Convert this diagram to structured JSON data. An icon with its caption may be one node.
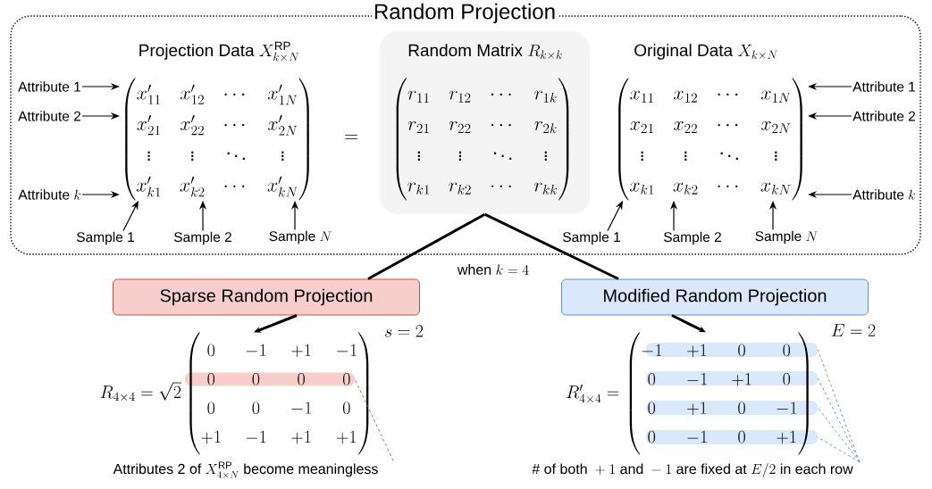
{
  "diagram": {
    "nodes": [
      {
        "text": [
          "Random Projection"
        ]
      },
      {
        "text": [
          "Attribute 1"
        ],
        "in": 0
      },
      {
        "text": [
          "Attribute 2"
        ],
        "in": 0
      },
      {
        "text": [
          "\\text{Attribute } k"
        ],
        "in": 0
      },
      {
        "text": [
          "\\text{Projection Data } X^{\\mathrm{RP}}_{k\\times N}",
          "\\begin{pmatrix} x'_{11} & x'_{12} & \\cdots & x'_{1N} \\\\ x'_{21} & x'_{22} & \\cdots & x'_{2N} \\\\ \\vdots & \\vdots & \\ddots & \\vdots \\\\ x'_{k1} & x'_{k2} & \\cdots & x'_{kN} \\end{pmatrix}"
        ],
        "in": 0
      },
      {
        "text": [
          "\\text{Random Matrix } R_{k\\times k}",
          "\\begin{pmatrix} r_{11} & r_{12} & \\cdots & r_{1k} \\\\ r_{21} & r_{22} & \\cdots & r_{2k} \\\\ \\vdots & \\vdots & \\ddots & \\vdots \\\\ r_{k1} & r_{k2} & \\cdots & r_{kk} \\end{pmatrix}"
        ],
        "in": 0
      },
      {
        "text": [
          "\\text{Original Data } X_{k\\times N}",
          "\\begin{pmatrix} x_{11} & x_{12} & \\cdots & x_{1N} \\\\ x_{21} & x_{22} & \\cdots & x_{2N} \\\\ \\vdots & \\vdots & \\ddots & \\vdots \\\\ x_{k1} & x_{k2} & \\cdots & x_{kN} \\end{pmatrix}"
        ],
        "in": 0
      },
      {
        "text": [
          "Attribute 1"
        ],
        "in": 0
      },
      {
        "text": [
          "Attribute 2"
        ],
        "in": 0
      },
      {
        "text": [
          "\\text{Attribute } k"
        ],
        "in": 0
      },
      {
        "text": [
          "Sample 1"
        ],
        "in": 0
      },
      {
        "text": [
          "Sample 2"
        ],
        "in": 0
      },
      {
        "text": [
          "\\text{Sample } N"
        ],
        "in": 0
      },
      {
        "text": [
          "Sample 1"
        ],
        "in": 0
      },
      {
        "text": [
          "Sample 2"
        ],
        "in": 0
      },
      {
        "text": [
          "\\text{Sample } N"
        ],
        "in": 0
      },
      {
        "text": [
          "Sparse Random Projection"
        ]
      },
      {
        "text": [
          "Modified Random Projection"
        ]
      },
      {
        "text": [
          "R_{4\\times 4} = \\sqrt{2}\\begin{pmatrix} 0 & -1 & +1 & -1 \\\\ 0 & 0 & 0 & 0 \\\\ 0 & 0 & -1 & 0 \\\\ +1 & -1 & +1 & +1 \\end{pmatrix}"
        ],
        "beside": [
          "s = 2"
        ]
      },
      {
        "text": [
          "R'_{4\\times 4} = \\begin{pmatrix} -1 & +1 & 0 & 0 \\\\ 0 & -1 & +1 & 0 \\\\ 0 & +1 & 0 & -1 \\\\ 0 & -1 & 0 & +1 \\end{pmatrix}"
        ],
        "beside": [
          "E = 2"
        ]
      },
      {
        "text": [],
        "shape": "bar",
        "in": 18
      },
      {
        "text": [],
        "shape": "bar",
        "in": 19
      },
      {
        "text": [],
        "shape": "bar",
        "in": 19
      },
      {
        "text": [],
        "shape": "bar",
        "in": 19
      },
      {
        "text": [],
        "shape": "bar",
        "in": 19
      },
      {
        "text": [
          "\\text{Attributes 2 of } X^{\\mathrm{RP}}_{4\\times N} \\text{ become meaningless}"
        ]
      },
      {
        "text": [
          "\\text{\\# of both } +1 \\text{ and } -1 \\text{ are fixed at } E/2 \\text{ in each row}"
        ]
      }
    ],
    "edges": [
      {
        "from": 1,
        "to": 4,
        "arrow": "to"
      },
      {
        "from": 2,
        "to": 4,
        "arrow": "to"
      },
      {
        "from": 3,
        "to": 4,
        "arrow": "to"
      },
      {
        "from": 7,
        "to": 6,
        "arrow": "to"
      },
      {
        "from": 8,
        "to": 6,
        "arrow": "to"
      },
      {
        "from": 9,
        "to": 6,
        "arrow": "to"
      },
      {
        "from": 10,
        "to": 4,
        "arrow": "to"
      },
      {
        "from": 11,
        "to": 4,
        "arrow": "to"
      },
      {
        "from": 12,
        "to": 4,
        "arrow": "to"
      },
      {
        "from": 13,
        "to": 6,
        "arrow": "to"
      },
      {
        "from": 14,
        "to": 6,
        "arrow": "to"
      },
      {
        "from": 15,
        "to": 6,
        "arrow": "to"
      },
      {
        "from": 5,
        "to": 16,
        "arrow": "none",
        "style": "thick"
      },
      {
        "from": 5,
        "to": 17,
        "arrow": "none",
        "style": "thick"
      },
      {
        "from": 16,
        "to": 18,
        "arrow": "to",
        "style": "thick"
      },
      {
        "from": 17,
        "to": 19,
        "arrow": "to",
        "style": "thick"
      },
      {
        "from": 25,
        "to": 20,
        "arrow": "none",
        "style": "dashed",
        "color": "#b85450"
      },
      {
        "from": 26,
        "to": 21,
        "arrow": "none",
        "style": "dashed",
        "color": "#6c8ebf"
      },
      {
        "from": 26,
        "to": 22,
        "arrow": "none",
        "style": "dashed",
        "color": "#6c8ebf"
      },
      {
        "from": 26,
        "to": 23,
        "arrow": "none",
        "style": "dashed",
        "color": "#6c8ebf"
      },
      {
        "from": 26,
        "to": 24,
        "arrow": "none",
        "style": "dashed",
        "color": "#6c8ebf"
      }
    ],
    "labels": [
      "=",
      "\\text{when } k = 4"
    ]
  }
}
